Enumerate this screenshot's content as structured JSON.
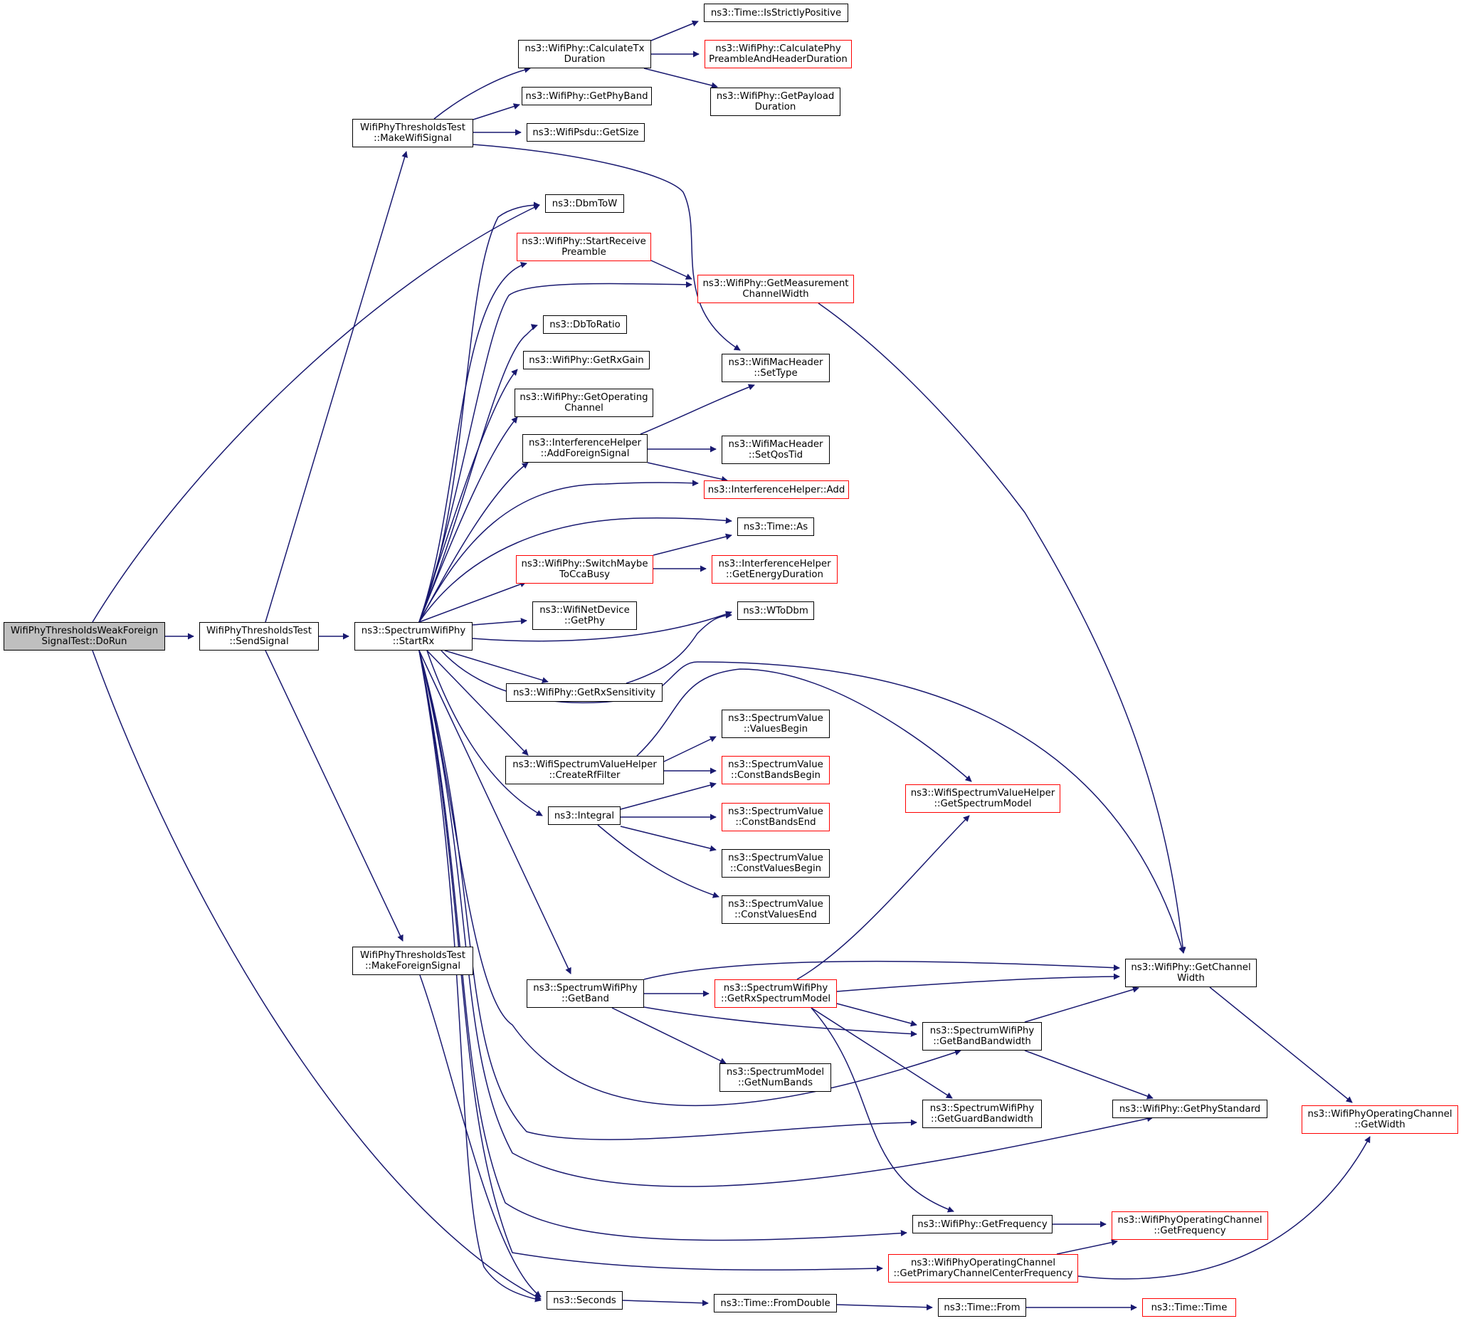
{
  "colors": {
    "edge": "#191970",
    "node_border": "#000000",
    "incomplete_border": "#ff0000",
    "root_fill": "#bfbfbf"
  },
  "nodes": {
    "doRun": {
      "label": "WifiPhyThresholdsWeakForeign\nSignalTest::DoRun",
      "style": "root"
    },
    "sendSignal": {
      "label": "WifiPhyThresholdsTest\n::SendSignal",
      "style": "normal"
    },
    "makeWifiSignal": {
      "label": "WifiPhyThresholdsTest\n::MakeWifiSignal",
      "style": "normal"
    },
    "makeForeignSignal": {
      "label": "WifiPhyThresholdsTest\n::MakeForeignSignal",
      "style": "normal"
    },
    "startRx": {
      "label": "ns3::SpectrumWifiPhy\n::StartRx",
      "style": "normal"
    },
    "calculateTxDuration": {
      "label": "ns3::WifiPhy::CalculateTx\nDuration",
      "style": "normal"
    },
    "getPhyBand": {
      "label": "ns3::WifiPhy::GetPhyBand",
      "style": "normal"
    },
    "psduGetSize": {
      "label": "ns3::WifiPsdu::GetSize",
      "style": "normal"
    },
    "isStrictlyPositive": {
      "label": "ns3::Time::IsStrictlyPositive",
      "style": "normal"
    },
    "calcPreamble": {
      "label": "ns3::WifiPhy::CalculatePhy\nPreambleAndHeaderDuration",
      "style": "red"
    },
    "getPayloadDuration": {
      "label": "ns3::WifiPhy::GetPayload\nDuration",
      "style": "normal"
    },
    "dbmToW": {
      "label": "ns3::DbmToW",
      "style": "normal"
    },
    "startReceivePreamble": {
      "label": "ns3::WifiPhy::StartReceive\nPreamble",
      "style": "red"
    },
    "getMeasurementChannelWidth": {
      "label": "ns3::WifiPhy::GetMeasurement\nChannelWidth",
      "style": "red"
    },
    "dbToRatio": {
      "label": "ns3::DbToRatio",
      "style": "normal"
    },
    "getRxGain": {
      "label": "ns3::WifiPhy::GetRxGain",
      "style": "normal"
    },
    "setType": {
      "label": "ns3::WifiMacHeader\n::SetType",
      "style": "normal"
    },
    "getOperatingChannel": {
      "label": "ns3::WifiPhy::GetOperating\nChannel",
      "style": "normal"
    },
    "addForeignSignal": {
      "label": "ns3::InterferenceHelper\n::AddForeignSignal",
      "style": "normal"
    },
    "setQosTid": {
      "label": "ns3::WifiMacHeader\n::SetQosTid",
      "style": "normal"
    },
    "interferenceAdd": {
      "label": "ns3::InterferenceHelper::Add",
      "style": "red"
    },
    "timeAs": {
      "label": "ns3::Time::As",
      "style": "normal"
    },
    "switchMaybeToCcaBusy": {
      "label": "ns3::WifiPhy::SwitchMaybe\nToCcaBusy",
      "style": "red"
    },
    "getEnergyDuration": {
      "label": "ns3::InterferenceHelper\n::GetEnergyDuration",
      "style": "red"
    },
    "netDeviceGetPhy": {
      "label": "ns3::WifiNetDevice\n::GetPhy",
      "style": "normal"
    },
    "wToDbm": {
      "label": "ns3::WToDbm",
      "style": "normal"
    },
    "getRxSensitivity": {
      "label": "ns3::WifiPhy::GetRxSensitivity",
      "style": "normal"
    },
    "valuesBegin": {
      "label": "ns3::SpectrumValue\n::ValuesBegin",
      "style": "normal"
    },
    "createRfFilter": {
      "label": "ns3::WifiSpectrumValueHelper\n::CreateRfFilter",
      "style": "normal"
    },
    "constBandsBegin": {
      "label": "ns3::SpectrumValue\n::ConstBandsBegin",
      "style": "red"
    },
    "getSpectrumModel": {
      "label": "ns3::WifiSpectrumValueHelper\n::GetSpectrumModel",
      "style": "red"
    },
    "integral": {
      "label": "ns3::Integral",
      "style": "normal"
    },
    "constBandsEnd": {
      "label": "ns3::SpectrumValue\n::ConstBandsEnd",
      "style": "red"
    },
    "constValuesBegin": {
      "label": "ns3::SpectrumValue\n::ConstValuesBegin",
      "style": "normal"
    },
    "constValuesEnd": {
      "label": "ns3::SpectrumValue\n::ConstValuesEnd",
      "style": "normal"
    },
    "getBand": {
      "label": "ns3::SpectrumWifiPhy\n::GetBand",
      "style": "normal"
    },
    "getRxSpectrumModel": {
      "label": "ns3::SpectrumWifiPhy\n::GetRxSpectrumModel",
      "style": "red"
    },
    "getChannelWidth": {
      "label": "ns3::WifiPhy::GetChannel\nWidth",
      "style": "normal"
    },
    "getBandBandwidth": {
      "label": "ns3::SpectrumWifiPhy\n::GetBandBandwidth",
      "style": "normal"
    },
    "getNumBands": {
      "label": "ns3::SpectrumModel\n::GetNumBands",
      "style": "normal"
    },
    "getGuardBandwidth": {
      "label": "ns3::SpectrumWifiPhy\n::GetGuardBandwidth",
      "style": "normal"
    },
    "getPhyStandard": {
      "label": "ns3::WifiPhy::GetPhyStandard",
      "style": "normal"
    },
    "opChannelGetWidth": {
      "label": "ns3::WifiPhyOperatingChannel\n::GetWidth",
      "style": "red"
    },
    "getFrequency": {
      "label": "ns3::WifiPhy::GetFrequency",
      "style": "normal"
    },
    "opChannelGetFrequency": {
      "label": "ns3::WifiPhyOperatingChannel\n::GetFrequency",
      "style": "red"
    },
    "getPrimaryChannelCenterFrequency": {
      "label": "ns3::WifiPhyOperatingChannel\n::GetPrimaryChannelCenterFrequency",
      "style": "red"
    },
    "seconds": {
      "label": "ns3::Seconds",
      "style": "normal"
    },
    "fromDouble": {
      "label": "ns3::Time::FromDouble",
      "style": "normal"
    },
    "timeFrom": {
      "label": "ns3::Time::From",
      "style": "normal"
    },
    "timeTime": {
      "label": "ns3::Time::Time",
      "style": "red"
    }
  }
}
